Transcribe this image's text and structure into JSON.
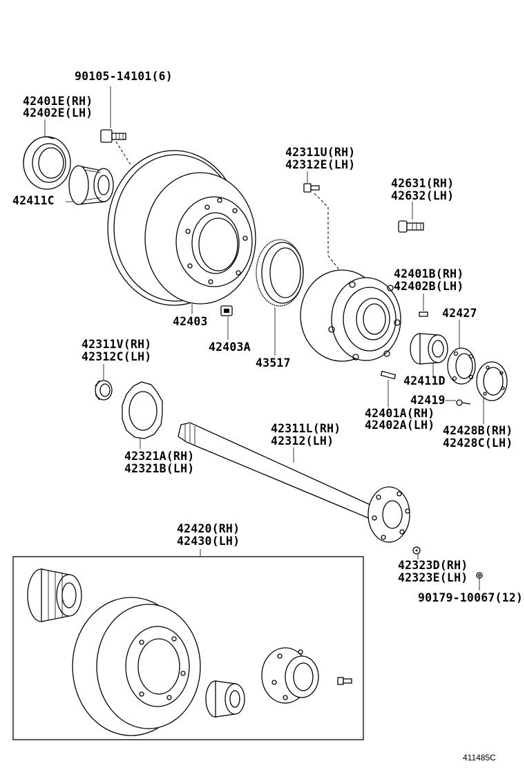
{
  "parts": {
    "p90105": "90105-14101(6)",
    "p42401e": "42401E(RH)",
    "p42402e": "42402E(LH)",
    "p42411c": "42411C",
    "p42311u": "42311U(RH)",
    "p42312e": "42312E(LH)",
    "p42631": "42631(RH)",
    "p42632": "42632(LH)",
    "p42401b": "42401B(RH)",
    "p42402b": "42402B(LH)",
    "p42427": "42427",
    "p42403": "42403",
    "p42403a": "42403A",
    "p43517": "43517",
    "p42411d": "42411D",
    "p42311v": "42311V(RH)",
    "p42312c": "42312C(LH)",
    "p42419": "42419",
    "p42401a": "42401A(RH)",
    "p42402a": "42402A(LH)",
    "p42428b": "42428B(RH)",
    "p42428c": "42428C(LH)",
    "p42311l": "42311L(RH)",
    "p42312": "42312(LH)",
    "p42321a": "42321A(RH)",
    "p42321b": "42321B(LH)",
    "p42420": "42420(RH)",
    "p42430": "42430(LH)",
    "p42323d": "42323D(RH)",
    "p42323e": "42323E(LH)",
    "p90179": "90179-10067(12)"
  },
  "reference_code": "411485C",
  "icons": [
    "oil-seal-icon",
    "bearing-icon",
    "brake-drum-icon",
    "hub-bolt-icon",
    "abs-rotor-icon",
    "axle-hub-icon",
    "axle-shaft-icon",
    "gasket-icon",
    "nut-icon",
    "retainer-icon"
  ]
}
